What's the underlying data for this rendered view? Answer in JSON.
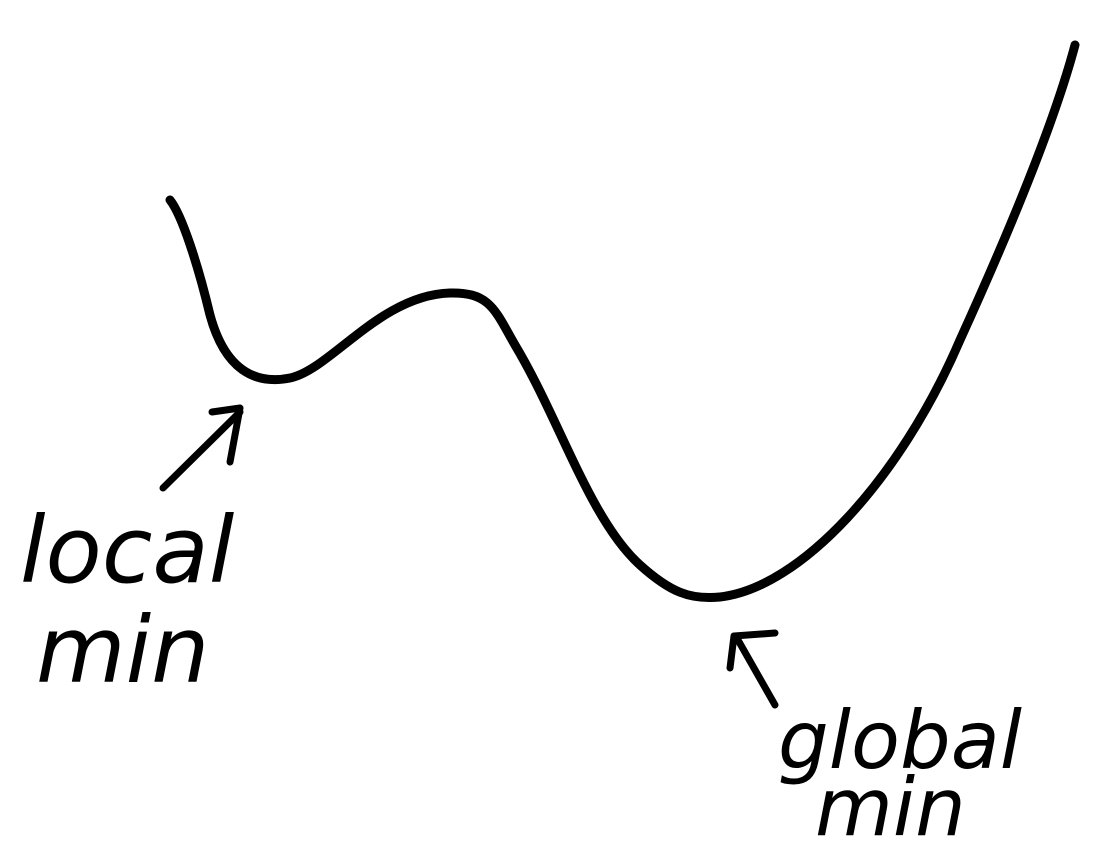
{
  "colors": {
    "stroke": "#000000",
    "background": "#ffffff"
  },
  "annotations": {
    "local_line1": "local",
    "local_line2": "min",
    "global_line1": "global",
    "global_line2": "min"
  }
}
